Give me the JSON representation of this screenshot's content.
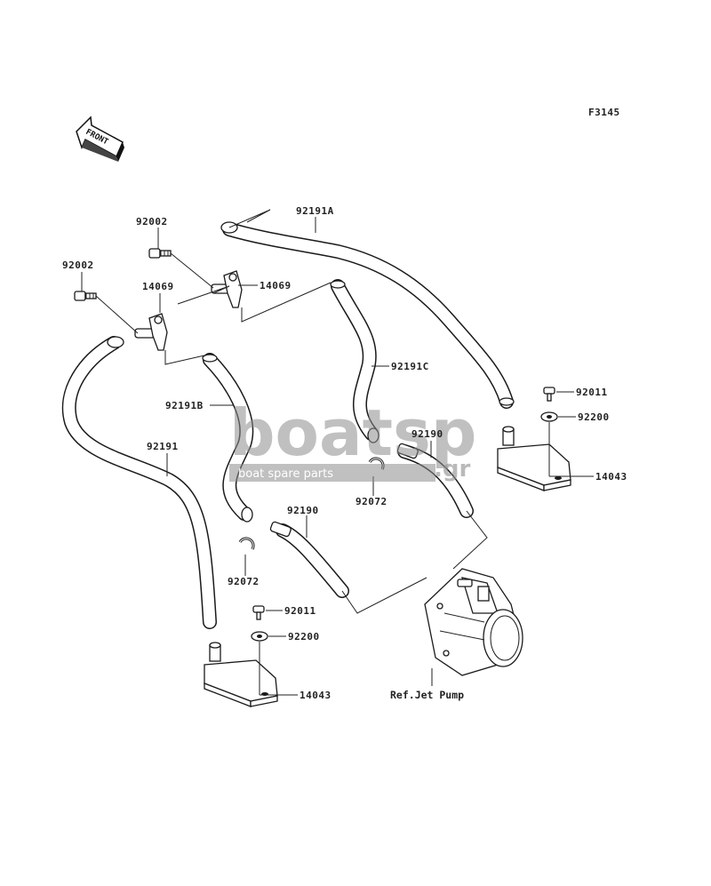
{
  "figure_code": "F3145",
  "front_label": "FRONT",
  "reference_label": "Ref.Jet Pump",
  "watermark": {
    "brand_main": "boatsp",
    "brand_suffix": ".gr",
    "tagline": "boat spare parts"
  },
  "callouts": [
    {
      "id": "92191A",
      "text": "92191A"
    },
    {
      "id": "92002-upper",
      "text": "92002"
    },
    {
      "id": "92002-lower",
      "text": "92002"
    },
    {
      "id": "14069-right",
      "text": "14069"
    },
    {
      "id": "14069-left",
      "text": "14069"
    },
    {
      "id": "92191C",
      "text": "92191C"
    },
    {
      "id": "92191B",
      "text": "92191B"
    },
    {
      "id": "92191",
      "text": "92191"
    },
    {
      "id": "92190-right",
      "text": "92190"
    },
    {
      "id": "92190-left",
      "text": "92190"
    },
    {
      "id": "92072-right",
      "text": "92072"
    },
    {
      "id": "92072-left",
      "text": "92072"
    },
    {
      "id": "92011-right",
      "text": "92011"
    },
    {
      "id": "92200-right",
      "text": "92200"
    },
    {
      "id": "14043-right",
      "text": "14043"
    },
    {
      "id": "92011-left",
      "text": "92011"
    },
    {
      "id": "92200-left",
      "text": "92200"
    },
    {
      "id": "14043-left",
      "text": "14043"
    }
  ]
}
